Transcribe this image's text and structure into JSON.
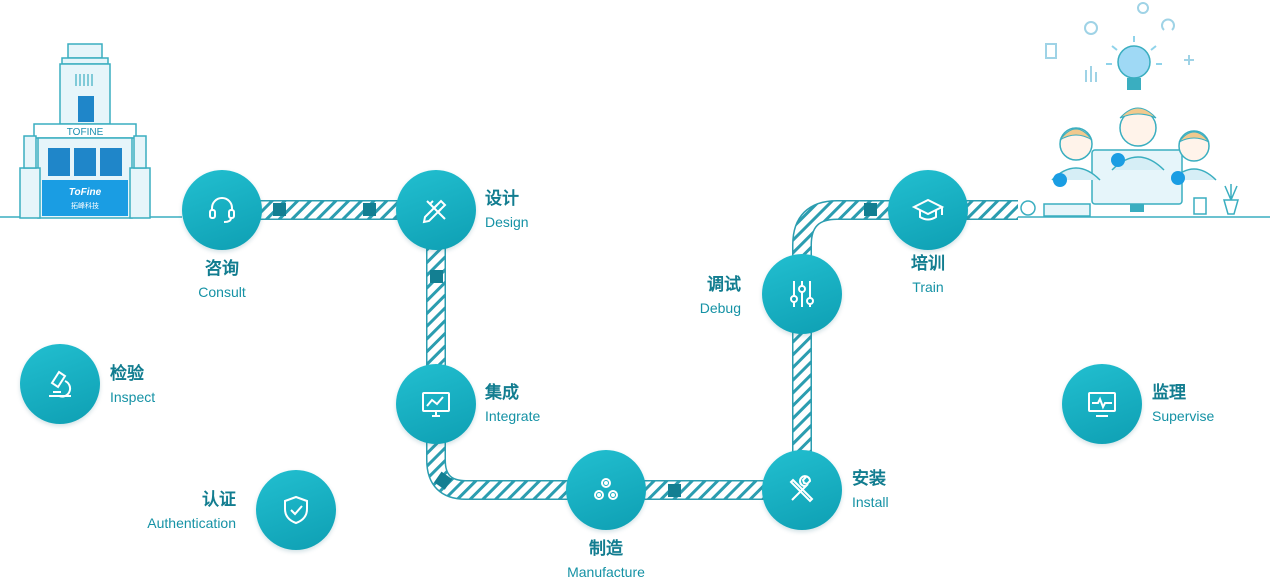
{
  "building": {
    "sign": "TOFINE",
    "logo": "ToFine",
    "sub": "拓峰科技"
  },
  "steps": [
    {
      "id": "consult",
      "zh": "咨询",
      "en": "Consult",
      "icon": "headset-icon"
    },
    {
      "id": "design",
      "zh": "设计",
      "en": "Design",
      "icon": "pencil-ruler-icon"
    },
    {
      "id": "integrate",
      "zh": "集成",
      "en": "Integrate",
      "icon": "monitor-chart-icon"
    },
    {
      "id": "manufacture",
      "zh": "制造",
      "en": "Manufacture",
      "icon": "gears-icon"
    },
    {
      "id": "install",
      "zh": "安装",
      "en": "Install",
      "icon": "tools-icon"
    },
    {
      "id": "debug",
      "zh": "调试",
      "en": "Debug",
      "icon": "sliders-icon"
    },
    {
      "id": "train",
      "zh": "培训",
      "en": "Train",
      "icon": "graduation-cap-icon"
    }
  ],
  "extras": [
    {
      "id": "inspect",
      "zh": "检验",
      "en": "Inspect",
      "icon": "microscope-icon"
    },
    {
      "id": "authentication",
      "zh": "认证",
      "en": "Authentication",
      "icon": "shield-check-icon"
    },
    {
      "id": "supervise",
      "zh": "监理",
      "en": "Supervise",
      "icon": "heartbeat-monitor-icon"
    }
  ],
  "colors": {
    "primary": "#16aebf",
    "line": "#2aa6b8",
    "light": "#cfeaf2",
    "text": "#127d90"
  }
}
